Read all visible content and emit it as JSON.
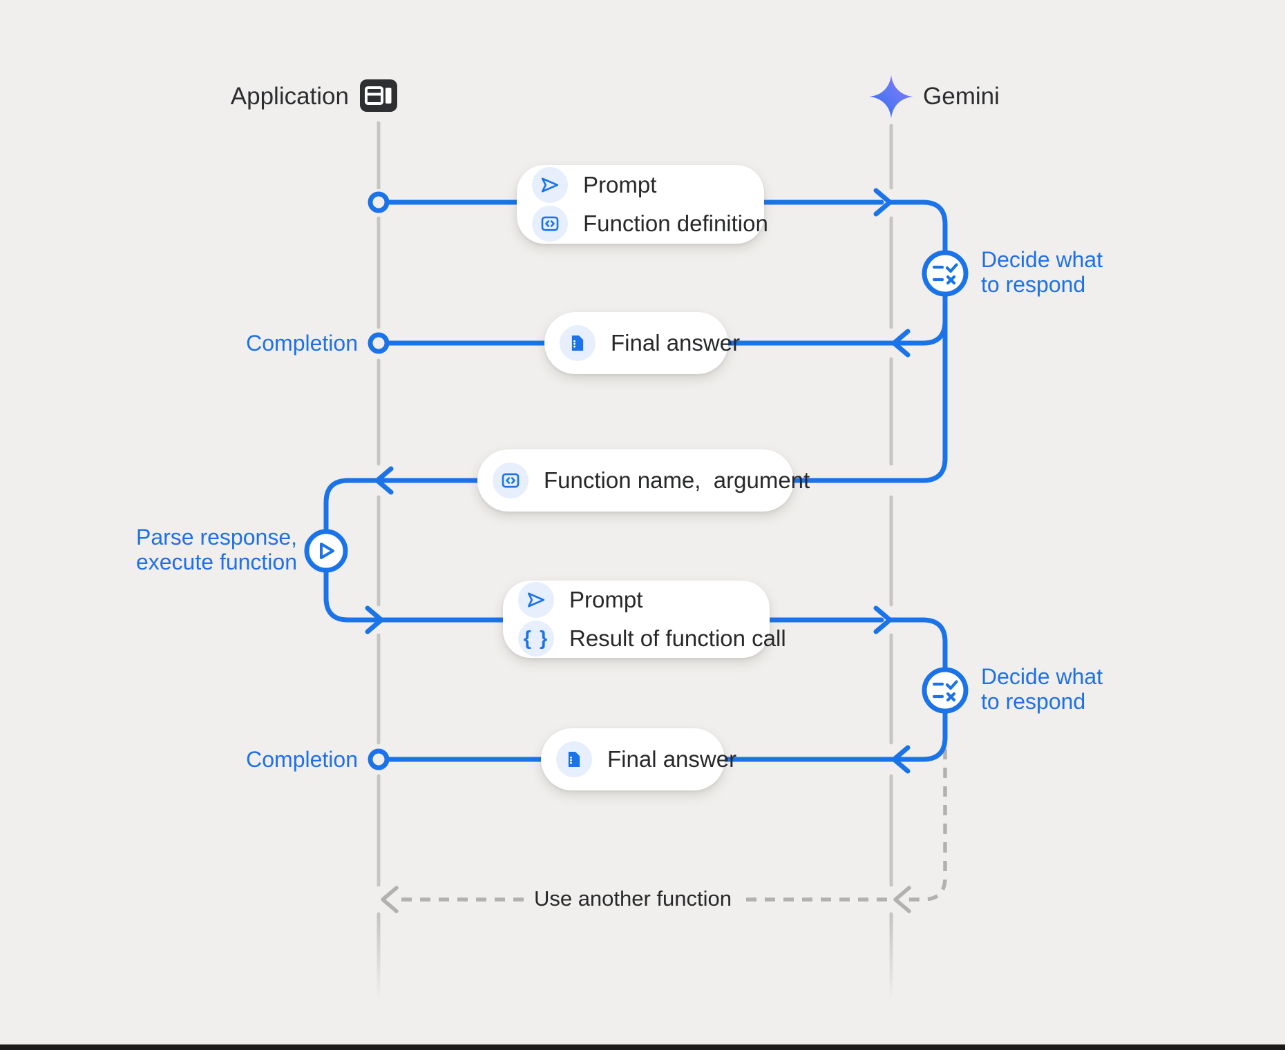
{
  "header": {
    "application_label": "Application",
    "gemini_label": "Gemini"
  },
  "colors": {
    "background": "#f1efed",
    "accent_blue": "#1a73e8",
    "icon_chip_bg": "#e7effc",
    "text_dark": "#27282a",
    "lifeline_gray": "#c7c5c3",
    "dashed_gray": "#b3b1af",
    "pill_bg": "#ffffff"
  },
  "pills": {
    "prompt_function_definition": {
      "rows": [
        {
          "icon": "send-icon",
          "label": "Prompt"
        },
        {
          "icon": "code-icon",
          "label": "Function definition"
        }
      ]
    },
    "final_answer_1": {
      "icon": "document-icon",
      "label": "Final answer"
    },
    "function_name_argument": {
      "icon": "code-icon",
      "label": "Function name,  argument"
    },
    "prompt_function_result": {
      "rows": [
        {
          "icon": "send-icon",
          "label": "Prompt"
        },
        {
          "icon": "braces-icon",
          "label": "Result of function call"
        }
      ]
    },
    "final_answer_2": {
      "icon": "document-icon",
      "label": "Final answer"
    }
  },
  "side_labels": {
    "completion_1": "Completion",
    "completion_2": "Completion",
    "parse_response": "Parse response,\nexecute function",
    "decide_1": "Decide what\nto respond",
    "decide_2": "Decide what\nto respond",
    "use_another_function": "Use another function"
  },
  "icons": {
    "braces_glyph": "{ }"
  }
}
